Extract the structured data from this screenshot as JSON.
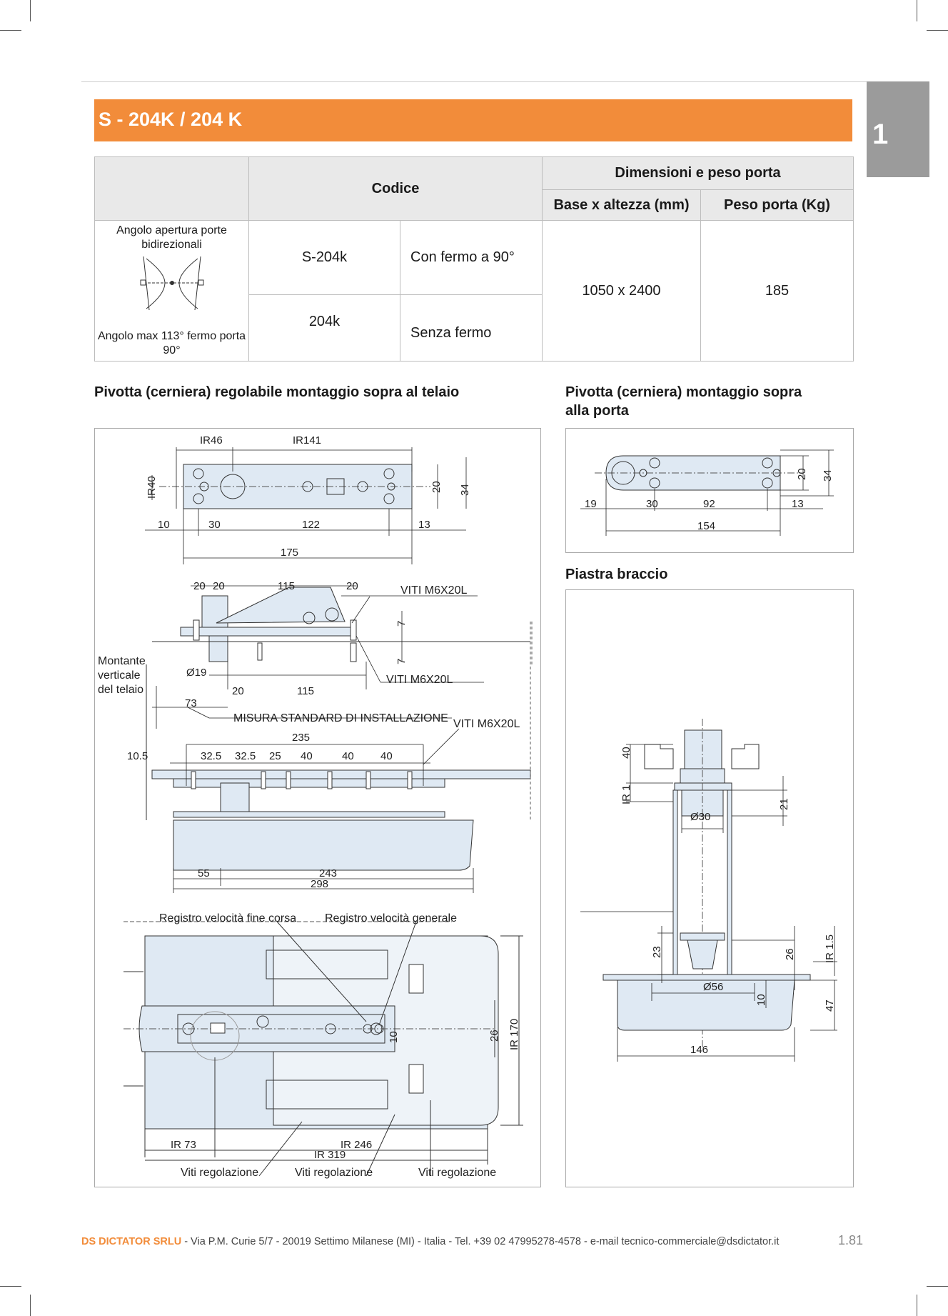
{
  "chapter": "1",
  "title": "S - 204K / 204 K",
  "table": {
    "h_codice": "Codice",
    "h_dimensioni": "Dimensioni e peso porta",
    "h_base": "Base x altezza (mm)",
    "h_peso": "Peso porta (Kg)",
    "angle_top": "Angolo apertura porte bidirezionali",
    "angle_bottom": "Angolo max 113° fermo porta 90°",
    "rows": [
      {
        "code": "S-204k",
        "desc": "Con fermo a 90°"
      },
      {
        "code": "204k",
        "desc": "Senza fermo"
      }
    ],
    "base": "1050 x 2400",
    "peso": "185"
  },
  "sections": {
    "left": "Pivotta (cerniera) regolabile montaggio sopra al telaio",
    "right": "Pivotta (cerniera) montaggio sopra alla porta",
    "piastra": "Piastra braccio"
  },
  "drawing_left": {
    "top_ir46": "IR46",
    "top_ir141": "IR141",
    "ir40": "IR40",
    "d20": "20",
    "d34": "34",
    "d10": "10",
    "d30": "30",
    "d122": "122",
    "d13": "13",
    "d175": "175",
    "mid_20a": "20",
    "mid_20b": "20",
    "mid_115": "115",
    "mid_20c": "20",
    "viti1": "VITI M6X20L",
    "viti2": "VITI M6X20L",
    "viti3": "VITI M6X20L",
    "d7a": "7",
    "d7b": "7",
    "montante": [
      "Montante",
      "verticale",
      "del telaio"
    ],
    "phi19": "Ø19",
    "m20": "20",
    "m115": "115",
    "d73": "73",
    "misura": "MISURA STANDARD DI INSTALLAZIONE",
    "d235": "235",
    "d105": "10.5",
    "spacing": [
      "32.5",
      "32.5",
      "25",
      "40",
      "40",
      "40"
    ],
    "d55": "55",
    "d243": "243",
    "d298": "298",
    "reg_fine": "Registro velocità fine corsa",
    "reg_gen": "Registro velocità generale",
    "d10b": "10",
    "d26": "26",
    "ir170": "IR 170",
    "ir73": "IR 73",
    "ir246": "IR 246",
    "ir319": "IR 319",
    "viti_reg": "Viti regolazione"
  },
  "drawing_right_top": {
    "d20": "20",
    "d34": "34",
    "d19": "19",
    "d30": "30",
    "d92": "92",
    "d13": "13",
    "d154": "154"
  },
  "drawing_right_bottom": {
    "d40": "40",
    "ir1": "IR 1",
    "d21": "21",
    "phi30": "Ø30",
    "d23": "23",
    "d26": "26",
    "ir15": "IR 1.5",
    "phi56": "Ø56",
    "d10": "10",
    "d47": "47",
    "d146": "146"
  },
  "footer": {
    "company": "DS DICTATOR SRLU",
    "address": " - Via P.M. Curie 5/7 - 20019 Settimo Milanese (MI) - Italia - Tel. +39 02 47995278-4578 - e-mail tecnico-commerciale@dsdictator.it"
  },
  "page_number": "1.81"
}
